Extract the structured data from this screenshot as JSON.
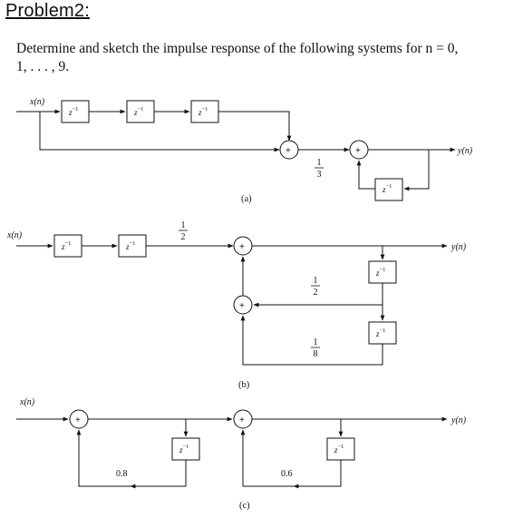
{
  "title": "Problem2:",
  "problem": {
    "line1": "Determine and sketch the impulse response of the following systems for n = 0,",
    "line2": "1, . . . , 9."
  },
  "diagrams": {
    "a": {
      "caption": "(a)",
      "input_label": "x(n)",
      "output_label": "y(n)",
      "delay_label": "z",
      "delay_exp": "−1",
      "adder_symbol": "+",
      "gain": {
        "num": "1",
        "den": "3"
      }
    },
    "b": {
      "caption": "(b)",
      "input_label": "x(n)",
      "output_label": "y(n)",
      "delay_label": "z",
      "delay_exp": "−1",
      "adder_symbol": "+",
      "gain_in": {
        "num": "1",
        "den": "2"
      },
      "gain_fb1": {
        "num": "1",
        "den": "2"
      },
      "gain_fb2": {
        "num": "1",
        "den": "8"
      }
    },
    "c": {
      "caption": "(c)",
      "input_label": "x(n)",
      "output_label": "y(n)",
      "delay_label": "z",
      "delay_exp": "−1",
      "adder_symbol": "+",
      "gain1": "0.8",
      "gain2": "0.6"
    }
  }
}
